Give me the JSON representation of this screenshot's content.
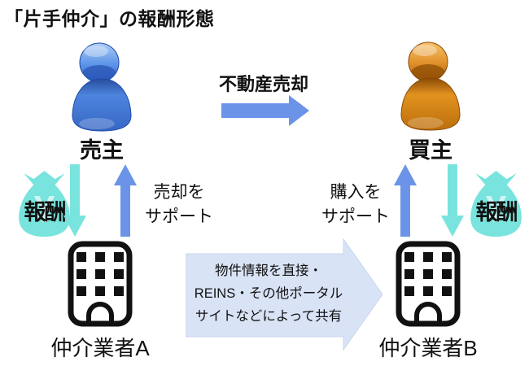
{
  "title": "「片手仲介」の報酬形態",
  "actors": {
    "seller": {
      "label": "売主"
    },
    "buyer": {
      "label": "買主"
    }
  },
  "transaction": {
    "label": "不動産売却"
  },
  "support": {
    "seller_side": {
      "line1": "売却を",
      "line2": "サポート"
    },
    "buyer_side": {
      "line1": "購入を",
      "line2": "サポート"
    }
  },
  "rewards": {
    "left": {
      "label": "報酬",
      "currency": "¥"
    },
    "right": {
      "label": "報酬",
      "currency": "¥"
    }
  },
  "brokers": {
    "a": {
      "label": "仲介業者A"
    },
    "b": {
      "label": "仲介業者B"
    }
  },
  "share_arrow": {
    "line1": "物件情報を直接・",
    "line2": "REINS・その他ポータル",
    "line3": "サイトなどによって共有"
  },
  "colors": {
    "arrow_blue": "#6b94e8",
    "reward_teal": "#79e4dd",
    "share_fill": "#d9e3f6",
    "seller_blue": "#3d72d4",
    "buyer_orange": "#d9821a",
    "text": "#111111"
  }
}
